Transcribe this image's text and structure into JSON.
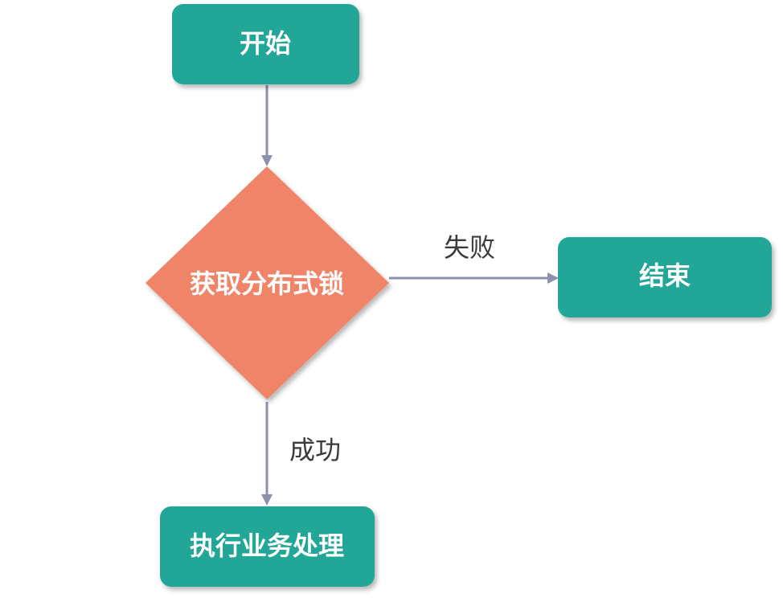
{
  "nodes": {
    "start": {
      "label": "开始",
      "shape": "rounded-rect"
    },
    "acquire_lock": {
      "label": "获取分布式锁",
      "shape": "diamond"
    },
    "end": {
      "label": "结束",
      "shape": "rounded-rect"
    },
    "business": {
      "label": "执行业务处理",
      "shape": "rounded-rect"
    }
  },
  "edges": {
    "start_to_lock": {
      "from": "start",
      "to": "acquire_lock",
      "label": ""
    },
    "lock_fail": {
      "from": "acquire_lock",
      "to": "end",
      "label": "失败"
    },
    "lock_success": {
      "from": "acquire_lock",
      "to": "business",
      "label": "成功"
    }
  },
  "colors": {
    "process_fill": "#23a697",
    "decision_fill": "#f08467",
    "arrow": "#8c8fae",
    "node_text": "#ffffff",
    "edge_text": "#3b3b3b"
  }
}
